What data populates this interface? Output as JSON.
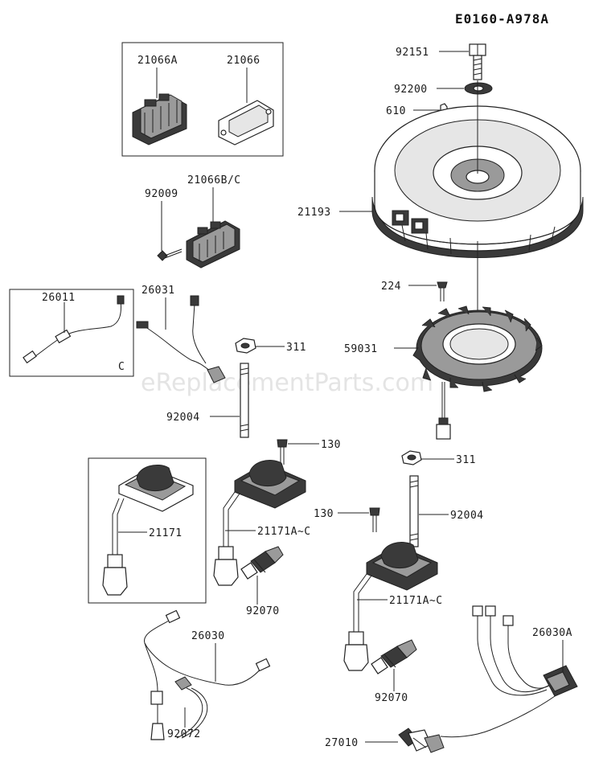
{
  "diagram_id": "E0160-A978A",
  "watermark": "eReplacementParts.com",
  "labels": {
    "p21066A": "21066A",
    "p21066": "21066",
    "p21066BC": "21066B/C",
    "p92009": "92009",
    "p92151": "92151",
    "p92200": "92200",
    "p610": "610",
    "p21193": "21193",
    "p224": "224",
    "p59031": "59031",
    "p26011": "26011",
    "p26011_note": "C",
    "p26031": "26031",
    "p311a": "311",
    "p92004a": "92004",
    "p130a": "130",
    "p311b": "311",
    "p21171": "21171",
    "p21171Aa": "21171A~C",
    "p92070a": "92070",
    "p130b": "130",
    "p92004b": "92004",
    "p21171Ab": "21171A~C",
    "p92070b": "92070",
    "p26030": "26030",
    "p26030A": "26030A",
    "p92072": "92072",
    "p27010": "27010"
  }
}
